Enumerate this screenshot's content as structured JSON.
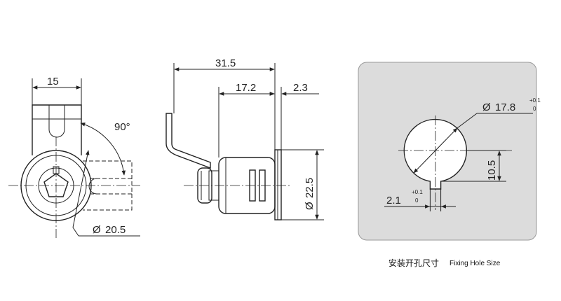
{
  "front_view": {
    "width": "15",
    "angle": "90°",
    "diameter": "20.5"
  },
  "side_view": {
    "total_length": "31.5",
    "body_length": "17.2",
    "flange": "2.3",
    "diameter": "22.5"
  },
  "hole_view": {
    "diameter": "17.8",
    "diameter_tol_upper": "+0.1",
    "diameter_tol_lower": "0",
    "flat": "10.5",
    "slot": "2.1",
    "slot_tol_upper": "+0.1",
    "slot_tol_lower": "0",
    "caption_cn": "安装开孔尺寸",
    "caption_en": "Fixing Hole Size"
  },
  "diameter_symbol": "Ø",
  "colors": {
    "line": "#222222",
    "panel_fill": "#dcdcdc",
    "panel_stroke": "#999999",
    "hole_fill": "#ffffff"
  }
}
